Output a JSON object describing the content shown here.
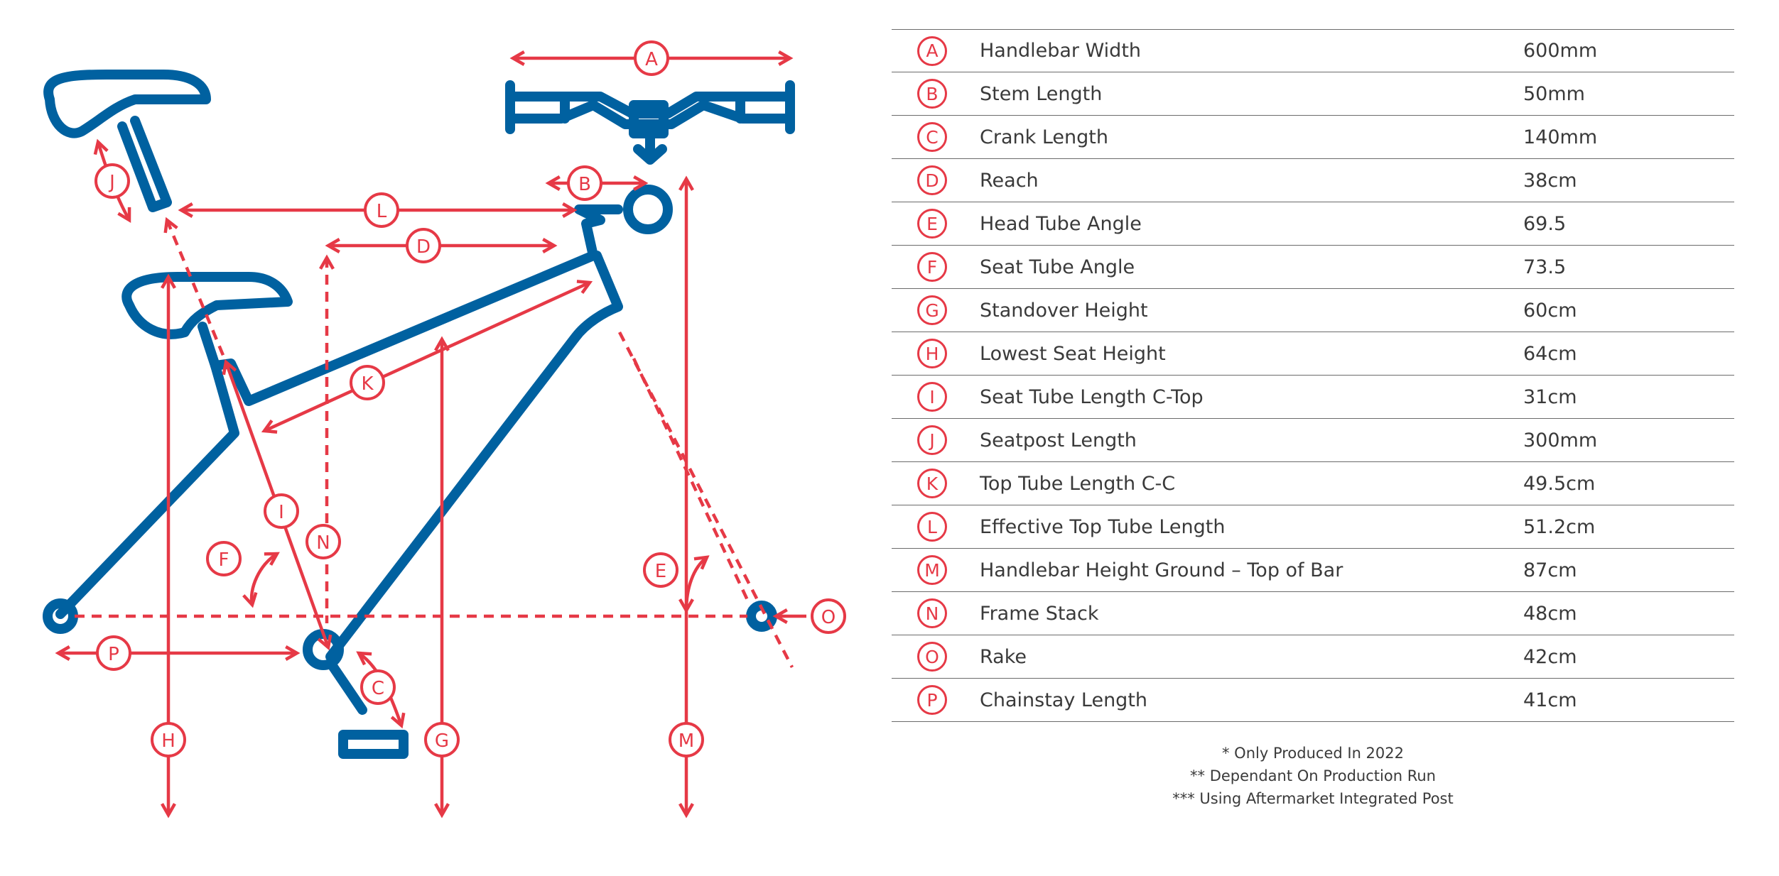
{
  "colors": {
    "frame": "#0061a0",
    "dimension": "#e63946",
    "text": "#3a3a3a",
    "rule": "#6b6b6b"
  },
  "diagram_labels": {
    "A": "A",
    "B": "B",
    "C": "C",
    "D": "D",
    "E": "E",
    "F": "F",
    "G": "G",
    "H": "H",
    "I": "I",
    "J": "J",
    "K": "K",
    "L": "L",
    "M": "M",
    "N": "N",
    "O": "O",
    "P": "P"
  },
  "specs": [
    {
      "letter": "A",
      "label": "Handlebar Width",
      "value": "600mm"
    },
    {
      "letter": "B",
      "label": "Stem Length",
      "value": "50mm"
    },
    {
      "letter": "C",
      "label": "Crank Length",
      "value": "140mm"
    },
    {
      "letter": "D",
      "label": "Reach",
      "value": "38cm"
    },
    {
      "letter": "E",
      "label": "Head Tube Angle",
      "value": "69.5"
    },
    {
      "letter": "F",
      "label": "Seat Tube Angle",
      "value": "73.5"
    },
    {
      "letter": "G",
      "label": "Standover Height",
      "value": "60cm"
    },
    {
      "letter": "H",
      "label": "Lowest Seat Height",
      "value": "64cm"
    },
    {
      "letter": "I",
      "label": "Seat Tube Length C-Top",
      "value": "31cm"
    },
    {
      "letter": "J",
      "label": "Seatpost Length",
      "value": "300mm"
    },
    {
      "letter": "K",
      "label": "Top Tube Length C-C",
      "value": "49.5cm"
    },
    {
      "letter": "L",
      "label": "Effective Top Tube Length",
      "value": "51.2cm"
    },
    {
      "letter": "M",
      "label": "Handlebar Height Ground – Top of Bar",
      "value": "87cm"
    },
    {
      "letter": "N",
      "label": "Frame Stack",
      "value": "48cm"
    },
    {
      "letter": "O",
      "label": "Rake",
      "value": "42cm"
    },
    {
      "letter": "P",
      "label": "Chainstay Length",
      "value": "41cm"
    }
  ],
  "footnotes": [
    "* Only Produced In 2022",
    "** Dependant On Production Run",
    "*** Using Aftermarket Integrated Post"
  ]
}
